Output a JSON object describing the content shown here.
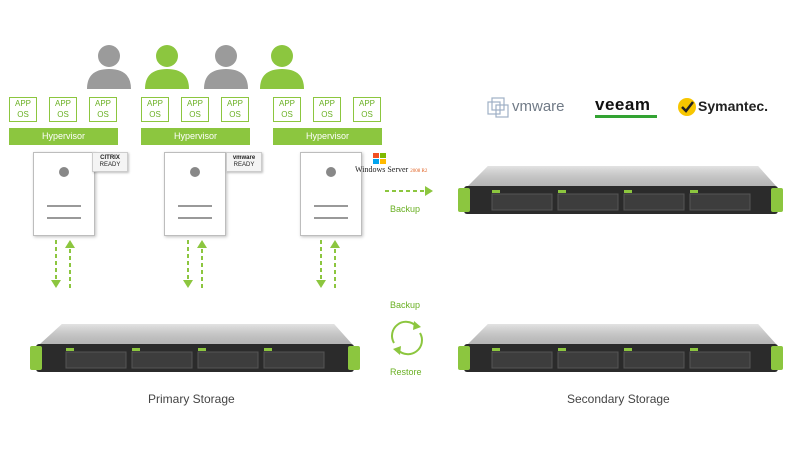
{
  "users": [
    {
      "color": "#9b9b9b"
    },
    {
      "color": "#8cc63f"
    },
    {
      "color": "#9b9b9b"
    },
    {
      "color": "#8cc63f"
    }
  ],
  "groups": [
    {
      "apps": [
        {
          "l1": "APP",
          "l2": "OS"
        },
        {
          "l1": "APP",
          "l2": "OS"
        },
        {
          "l1": "APP",
          "l2": "OS"
        }
      ],
      "hypervisor": "Hypervisor",
      "badge": {
        "l1": "CITRIX",
        "l2": "READY"
      }
    },
    {
      "apps": [
        {
          "l1": "APP",
          "l2": "OS"
        },
        {
          "l1": "APP",
          "l2": "OS"
        },
        {
          "l1": "APP",
          "l2": "OS"
        }
      ],
      "hypervisor": "Hypervisor",
      "badge": {
        "l1": "vmware",
        "l2": "READY"
      }
    },
    {
      "apps": [
        {
          "l1": "APP",
          "l2": "OS"
        },
        {
          "l1": "APP",
          "l2": "OS"
        },
        {
          "l1": "APP",
          "l2": "OS"
        }
      ],
      "hypervisor": "Hypervisor",
      "badge": {
        "l1": "Windows Server",
        "l2": "2008 R2"
      }
    }
  ],
  "logos": {
    "vmware": "vmware",
    "veeam": "veeam",
    "symantec": "Symantec."
  },
  "labels": {
    "backup_top": "Backup",
    "backup_mid": "Backup",
    "restore": "Restore",
    "primary": "Primary Storage",
    "secondary": "Secondary Storage"
  },
  "colors": {
    "accent": "#8cc63f",
    "user_gray": "#9b9b9b",
    "rack": "#2b2b2b"
  }
}
